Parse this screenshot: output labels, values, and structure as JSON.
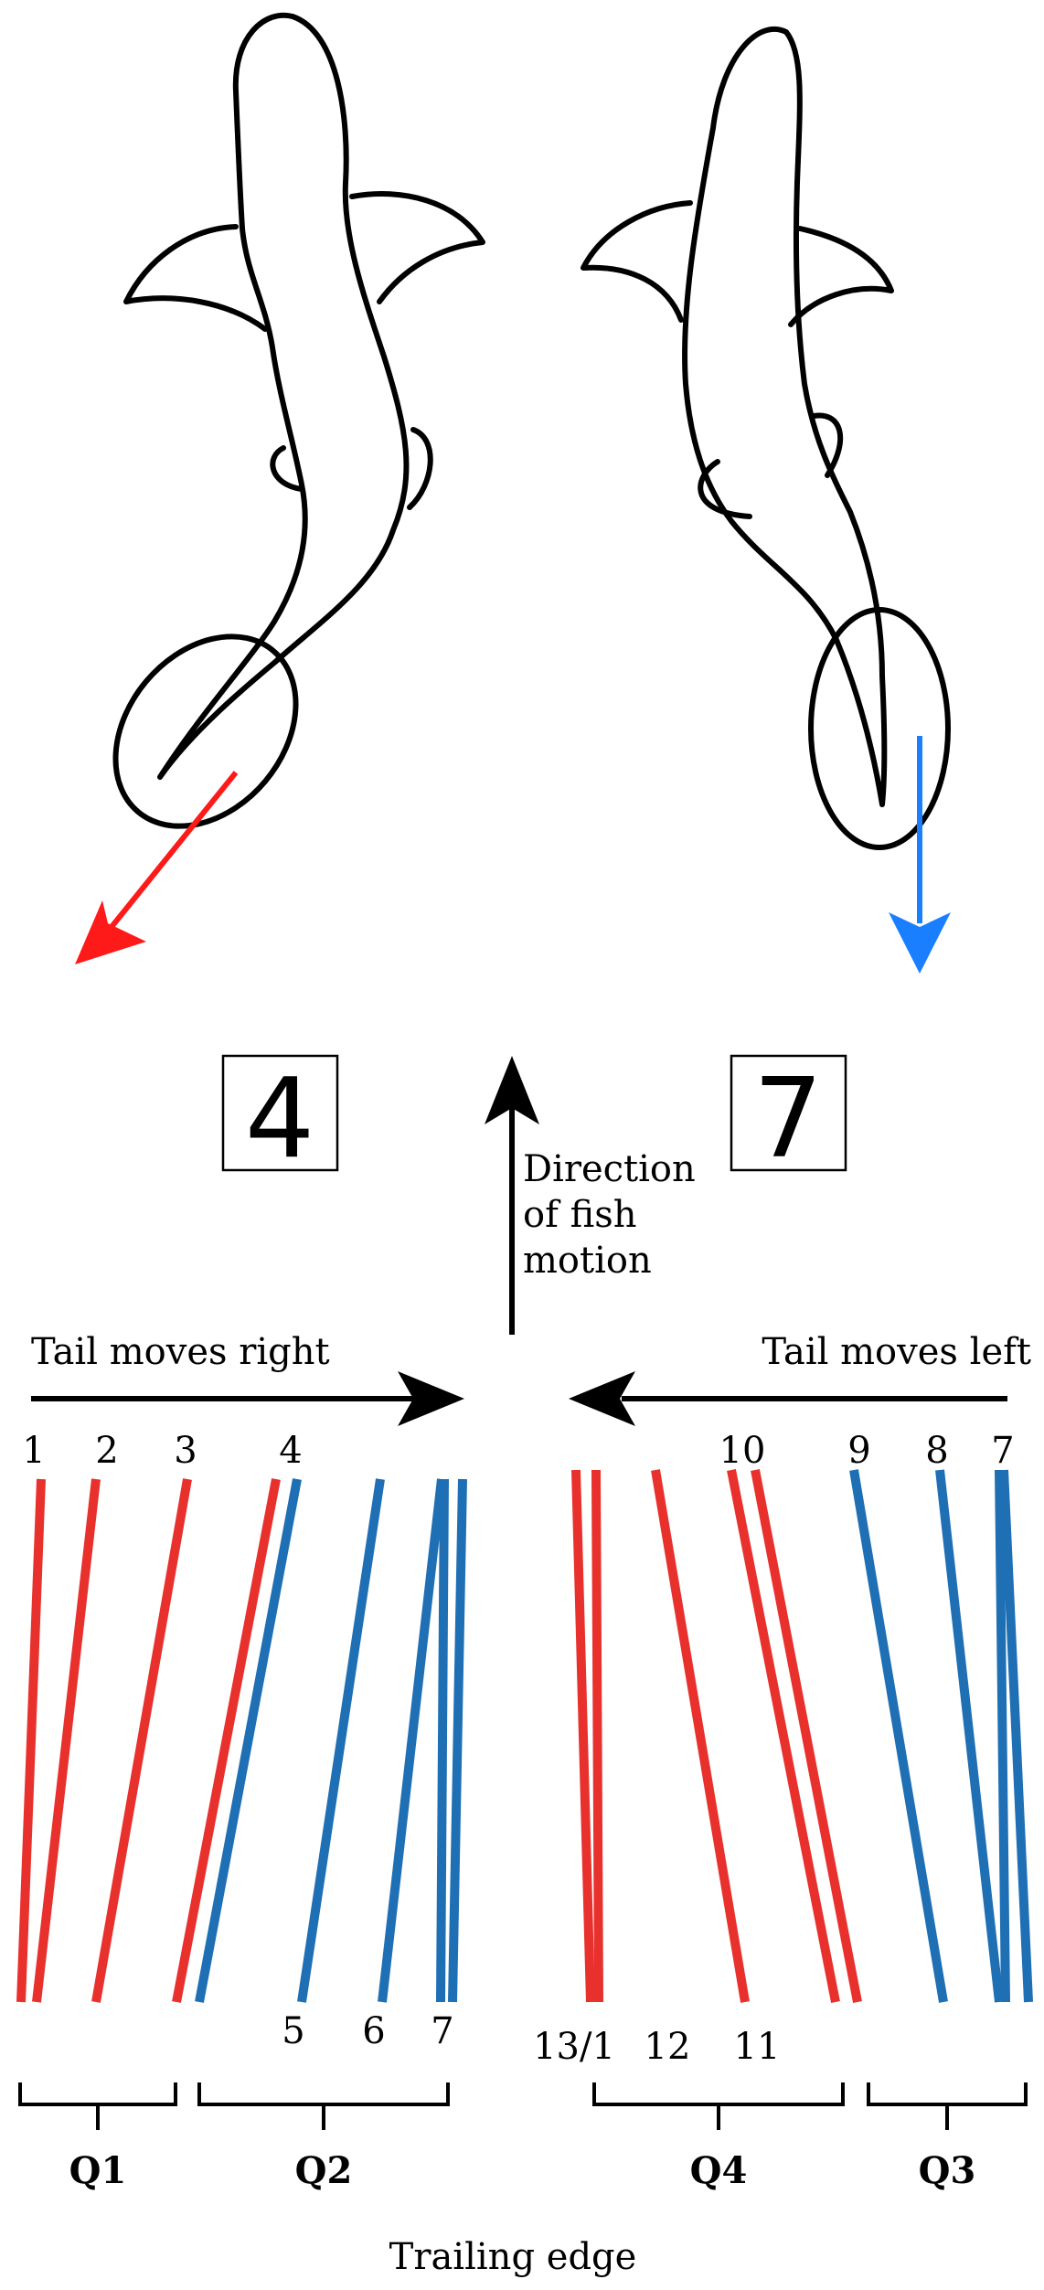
{
  "frames": {
    "left": "4",
    "right": "7"
  },
  "labels": {
    "direction": [
      "Direction",
      "of fish",
      "motion"
    ],
    "tail_right": "Tail moves right",
    "tail_left": "Tail moves left",
    "trailing_edge": "Trailing edge"
  },
  "quadrants": {
    "q1": "Q1",
    "q2": "Q2",
    "q3": "Q3",
    "q4": "Q4"
  },
  "left_top_numbers": [
    "1",
    "2",
    "3",
    "4"
  ],
  "left_bottom_numbers": [
    "5",
    "6",
    "7"
  ],
  "right_top_numbers": [
    "10",
    "9",
    "8",
    "7"
  ],
  "right_bottom_numbers": [
    "13/1",
    "12",
    "11"
  ],
  "colors": {
    "red": "#e8312d",
    "blue": "#1f6fb4",
    "arrow_red": "#ff1a1a",
    "arrow_blue": "#1a7fff",
    "ink": "#000000"
  },
  "icons": {
    "left_fish": "fish-outline-icon",
    "right_fish": "fish-outline-icon"
  }
}
